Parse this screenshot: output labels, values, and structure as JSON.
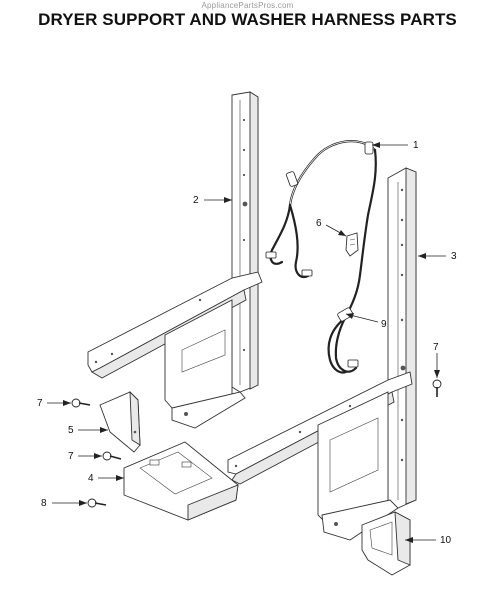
{
  "header": {
    "watermark": "AppliancePartsPros.com",
    "title": "DRYER SUPPORT AND WASHER HARNESS PARTS"
  },
  "callouts": {
    "c1": "1",
    "c2": "2",
    "c3": "3",
    "c4": "4",
    "c5": "5",
    "c6": "6",
    "c7a": "7",
    "c7b": "7",
    "c7c": "7",
    "c8": "8",
    "c9": "9",
    "c10": "10"
  }
}
